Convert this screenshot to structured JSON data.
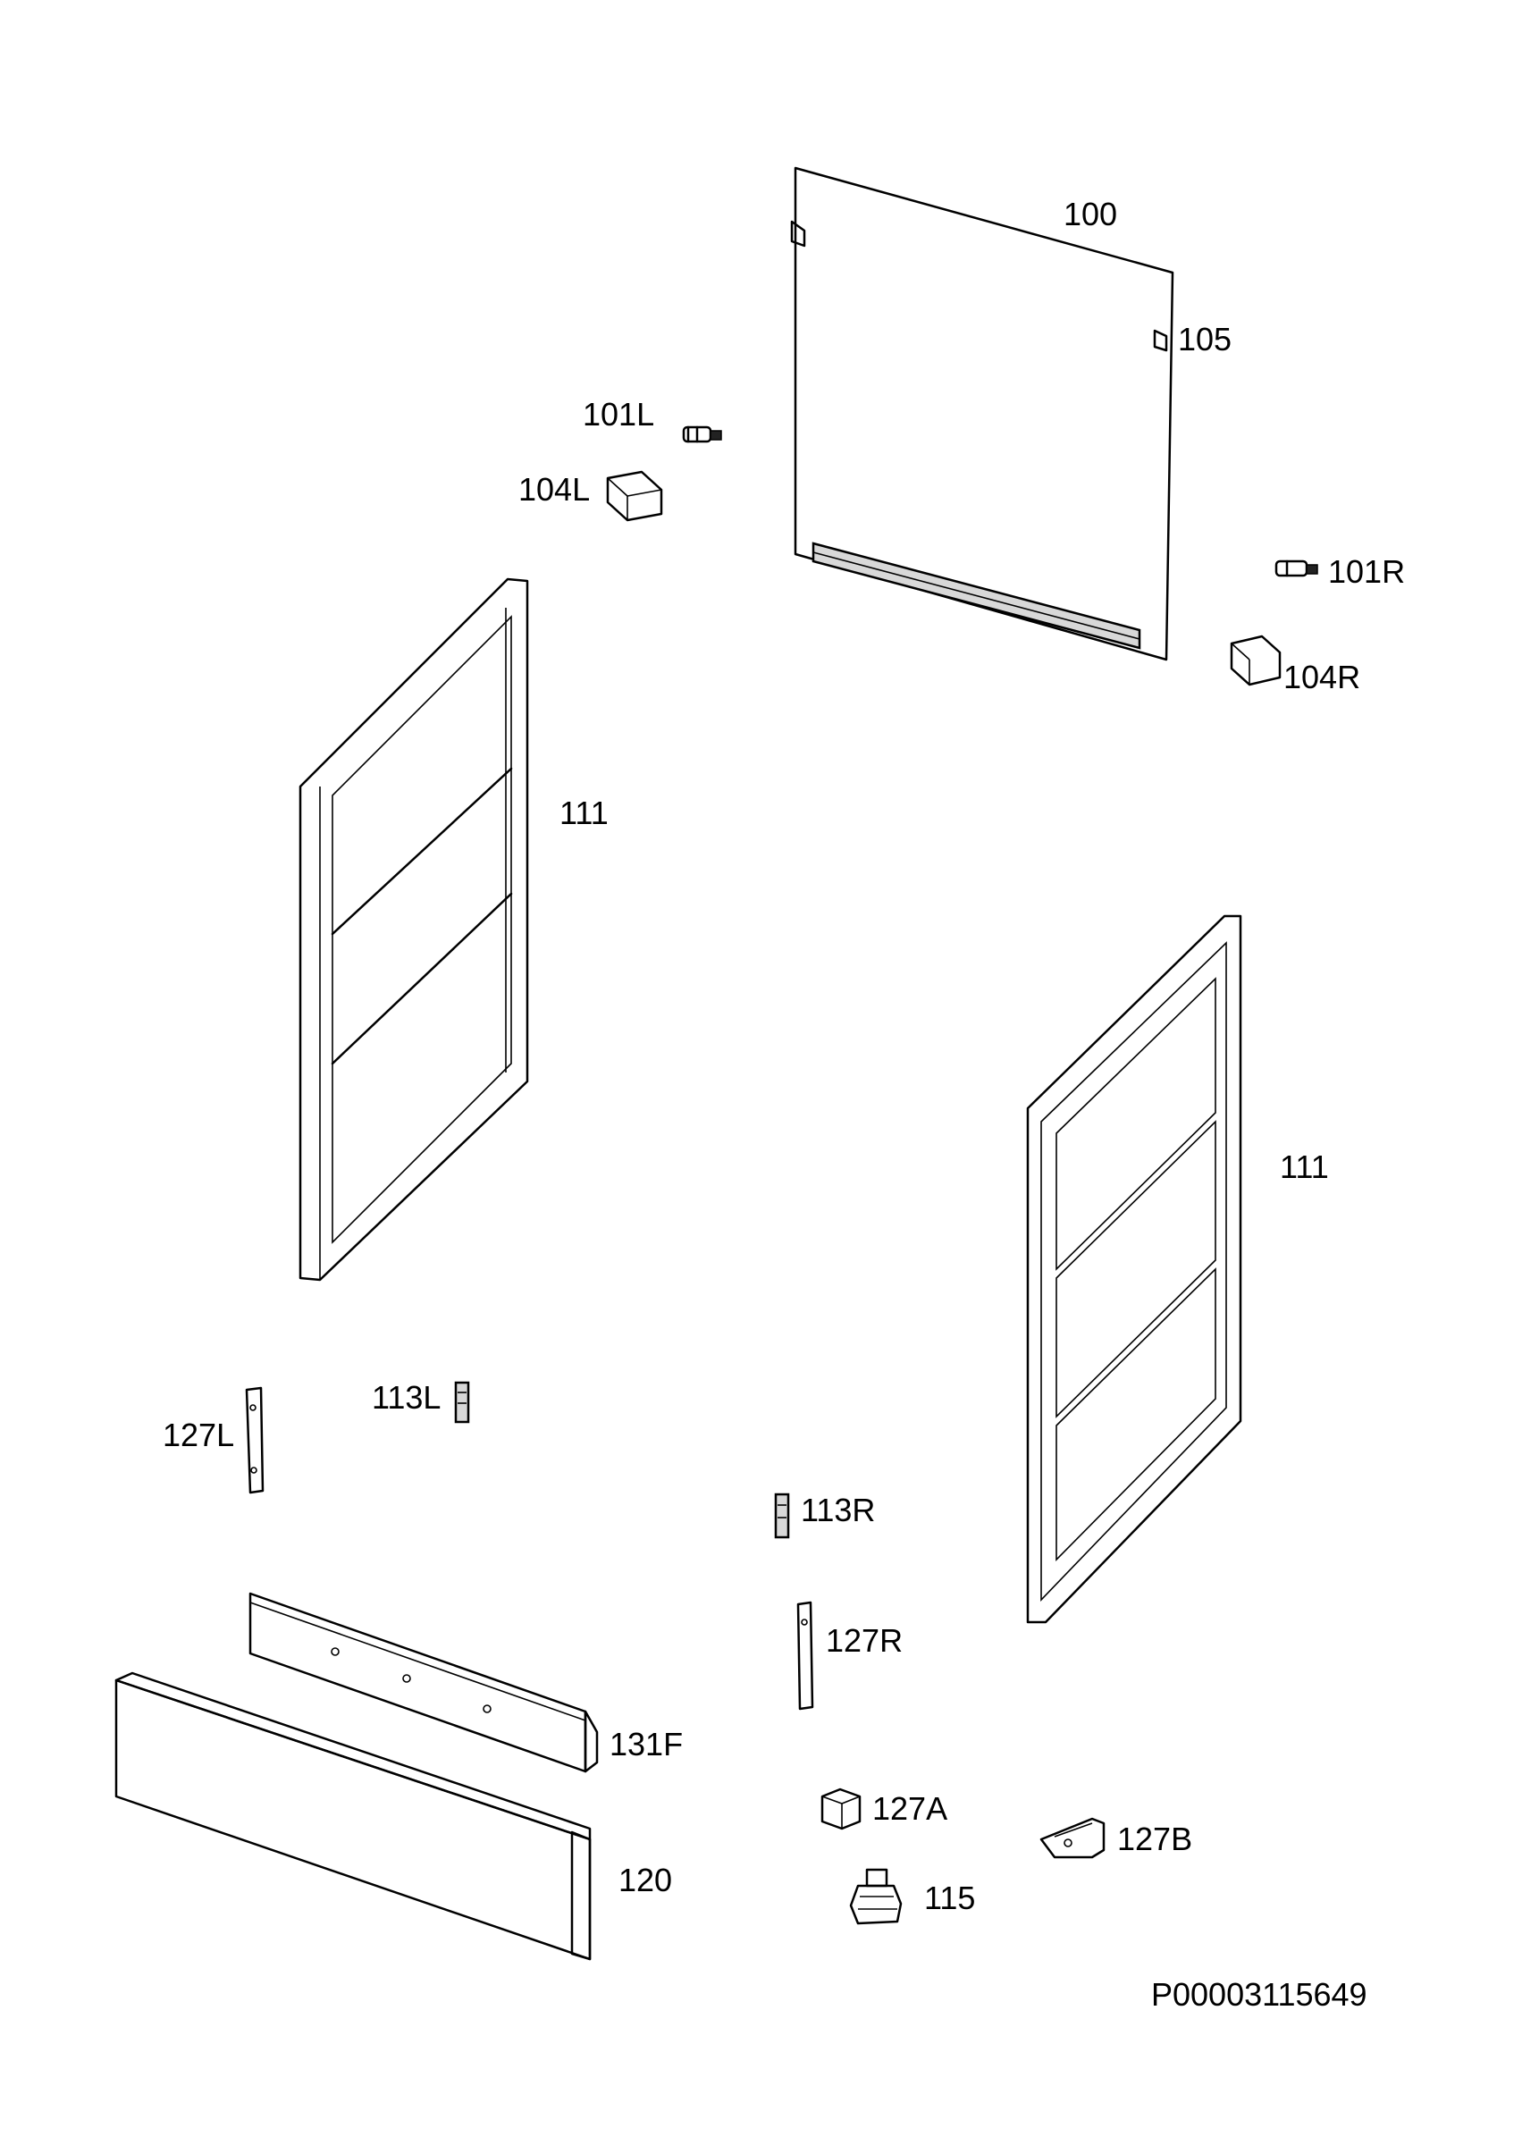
{
  "labels": {
    "l100": "100",
    "l105": "105",
    "l101L": "101L",
    "l104L": "104L",
    "l101R": "101R",
    "l104R": "104R",
    "l111a": "111",
    "l111b": "111",
    "l113L": "113L",
    "l127L": "127L",
    "l113R": "113R",
    "l127R": "127R",
    "l131F": "131F",
    "l120": "120",
    "l127A": "127A",
    "l127B": "127B",
    "l115": "115"
  },
  "document_id": "P00003115649",
  "colors": {
    "line": "#000000",
    "background": "#ffffff"
  }
}
